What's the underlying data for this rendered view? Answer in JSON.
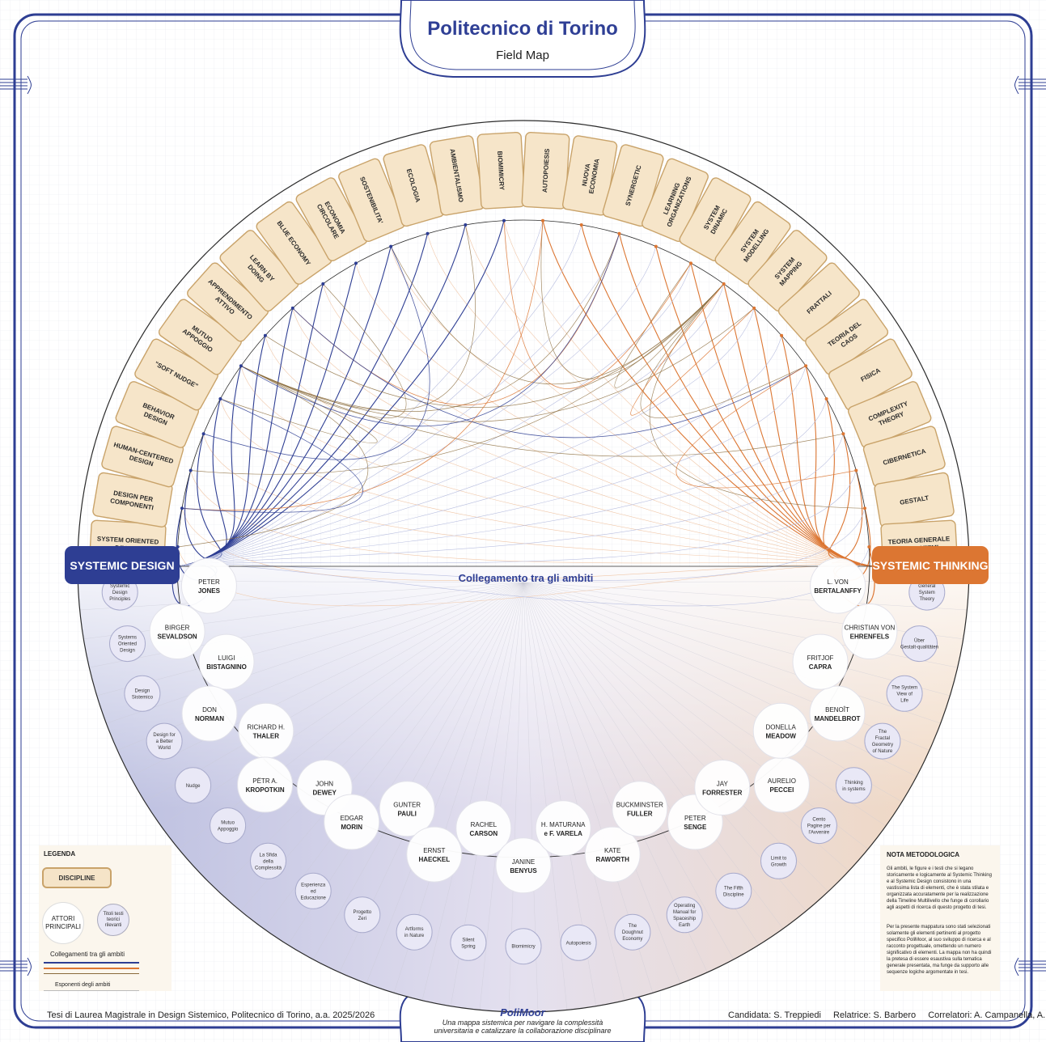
{
  "header": {
    "title": "Politecnico di Torino",
    "subtitle": "Field Map"
  },
  "hubs": {
    "left": "SYSTEMIC DESIGN",
    "right": "SYSTEMIC THINKING"
  },
  "connection_label": "Collegamento tra gli ambiti",
  "disciplines": [
    "SYSTEM ORIENTED DESIGN",
    "DESIGN PER COMPONENTI",
    "HUMAN-CENTERED DESIGN",
    "BEHAVIOR DESIGN",
    "\"SOFT NUDGE\"",
    "MUTUO APPOGGIO",
    "APPRENDIMENTO ATTIVO",
    "LEARN BY DOING",
    "BLUE ECONOMY",
    "ECONOMIA CIRCOLARE",
    "SOSTENIBILITA'",
    "ECOLOGIA",
    "AMBIENTALISMO",
    "BIOMIMICRY",
    "AUTOPOIESIS",
    "NUOVA ECONOMIA",
    "SYNERGETIC",
    "LEARNING ORGANIZATIONS",
    "SYSTEM DINAMIC",
    "SYSTEM MODELLING",
    "SYSTEM MAPPING",
    "FRATTALI",
    "TEORIA DEL CAOS",
    "FISICA",
    "COMPLEXITY THEORY",
    "CIBERNETICA",
    "GESTALT",
    "TEORIA GENERALE DEI SISTEMI"
  ],
  "actors": [
    {
      "first": "PETER",
      "last": "JONES"
    },
    {
      "first": "BIRGER",
      "last": "SEVALDSON"
    },
    {
      "first": "LUIGI",
      "last": "BISTAGNINO"
    },
    {
      "first": "DON",
      "last": "NORMAN"
    },
    {
      "first": "RICHARD H.",
      "last": "THALER"
    },
    {
      "first": "PËTR A.",
      "last": "KROPOTKIN"
    },
    {
      "first": "JOHN",
      "last": "DEWEY"
    },
    {
      "first": "EDGAR",
      "last": "MORIN"
    },
    {
      "first": "GUNTER",
      "last": "PAULI"
    },
    {
      "first": "ERNST",
      "last": "HAECKEL"
    },
    {
      "first": "RACHEL",
      "last": "CARSON"
    },
    {
      "first": "JANINE",
      "last": "BENYUS"
    },
    {
      "first": "H. MATURANA",
      "last": "e F. VARELA"
    },
    {
      "first": "KATE",
      "last": "RAWORTH"
    },
    {
      "first": "BUCKMINSTER",
      "last": "FULLER"
    },
    {
      "first": "PETER",
      "last": "SENGE"
    },
    {
      "first": "JAY",
      "last": "FORRESTER"
    },
    {
      "first": "AURELIO",
      "last": "PECCEI"
    },
    {
      "first": "DONELLA",
      "last": "MEADOW"
    },
    {
      "first": "BENOÎT",
      "last": "MANDELBROT"
    },
    {
      "first": "FRITJOF",
      "last": "CAPRA"
    },
    {
      "first": "CHRISTIAN VON",
      "last": "EHRENFELS"
    },
    {
      "first": "L. VON",
      "last": "BERTALANFFY"
    }
  ],
  "works": [
    "Systemic Design Principles",
    "Systems Oriented Design",
    "Design Sistemico",
    "Design for a Better World",
    "Nudge",
    "Mutuo Appoggio",
    "La Sfida della Complessità",
    "Esperienza ed Educazione",
    "Progetto Zeri",
    "Artforms in Nature",
    "Silent Spring",
    "Biomimicry",
    "Autopoiesis",
    "The Doughnut Economy",
    "Operating Manual for Spaceship Earth",
    "The Fifth Discipline",
    "Limit to Growth",
    "Cento Pagine per l'Avvenire",
    "Thinking in systems",
    "The Fractal Geometry of Nature",
    "The System View of Life",
    "Über Gestalt-qualitäten",
    "General System Theory"
  ],
  "legend": {
    "title": "LEGENDA",
    "disciplines": "DISCIPLINE",
    "actors": "ATTORI PRINCIPALI",
    "works": "Titoli testi teorici rilevanti",
    "connections": "Collegamenti tra gli ambiti",
    "exponents": "Esponenti degli ambiti"
  },
  "nota": {
    "title": "NOTA METODOLOGICA",
    "p1": "Gli ambiti, le figure e i testi che si legano storicamente e logicamente al Systemic Thinking e al Systemic Design consistono in una vastissima lista di elementi, che è stata stilata e organizzata accuratamente per la realizzazione della Timeline Multilivello che funge di corollario agli aspetti di ricerca di questo progetto di tesi.",
    "p2": "Per la presente mappatura sono stati selezionati solamente gli elementi pertinenti al progetto specifico PoliMoor, al suo sviluppo di ricerca e al racconto progettuale, omettendo un numero significativo di elementi. La mappa non ha quindi la pretesa di essere esaustiva sulla tematica generale presentata, ma funge da supporto alle sequenze logiche argomentate in tesi."
  },
  "footer": {
    "left": "Tesi di Laurea Magistrale in Design Sistemico, Politecnico di Torino, a.a. 2025/2026",
    "brand": "PoliMoor",
    "tagline1": "Una mappa sistemica per navigare la complessità",
    "tagline2": "universitaria e catalizzare la collaborazione disciplinare",
    "candidata": "Candidata: S. Treppiedi",
    "relatrice": "Relatrice: S. Barbero",
    "correlatori": "Correlatori: A. Campanella, A. Di Salvo"
  },
  "colors": {
    "blue": "#2e3e93",
    "orange": "#dc7632",
    "brown": "#8a6a3a",
    "box_fill": "#f6e5c9",
    "box_stroke": "#c9a36a"
  }
}
